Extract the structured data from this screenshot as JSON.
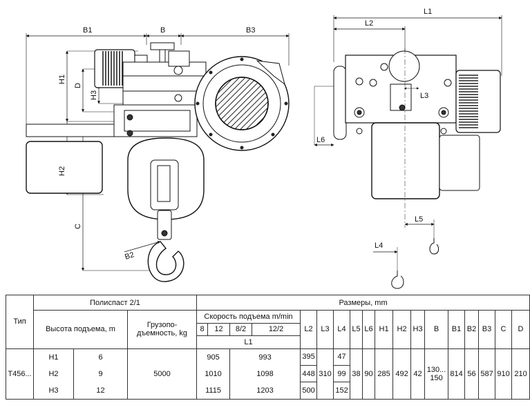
{
  "drawing": {
    "labels": {
      "b1": "B1",
      "b": "B",
      "b3": "B3",
      "h1": "H1",
      "d": "D",
      "h3": "H3",
      "h2": "H2",
      "c": "C",
      "b2": "B2",
      "l1": "L1",
      "l2": "L2",
      "l3": "L3",
      "l6": "L6",
      "l5": "L5",
      "l4": "L4"
    }
  },
  "table": {
    "type_header": "Тип",
    "polispast_header": "Полиспаст 2/1",
    "dimensions_header": "Размеры, mm",
    "lift_height_header": "Высота подъема, m",
    "capacity_header": "Грузопо-дъемность, kg",
    "speed_header": "Скорость подъема m/min",
    "speeds": [
      "8",
      "12",
      "8/2",
      "12/2"
    ],
    "l1_header": "L1",
    "dim_headers": [
      "L2",
      "L3",
      "L4",
      "L5",
      "L6",
      "H1",
      "H2",
      "H3",
      "B",
      "B1",
      "B2",
      "B3",
      "C",
      "D"
    ],
    "type_value": "T456...",
    "capacity_value": "5000",
    "rows": [
      {
        "h": "H1",
        "m": "6",
        "l1a": "905",
        "l1b": "993",
        "l2": "395",
        "l4": "47"
      },
      {
        "h": "H2",
        "m": "9",
        "l1a": "1010",
        "l1b": "1098",
        "l2": "448",
        "l4": "99"
      },
      {
        "h": "H3",
        "m": "12",
        "l1a": "1115",
        "l1b": "1203",
        "l2": "500",
        "l4": "152"
      }
    ],
    "common": {
      "l3": "310",
      "l5": "38",
      "l6": "90",
      "h1": "285",
      "h2": "492",
      "h3": "42",
      "b": "130... 150",
      "b1": "814",
      "b2": "56",
      "b3": "587",
      "c": "910",
      "d": "210"
    }
  }
}
